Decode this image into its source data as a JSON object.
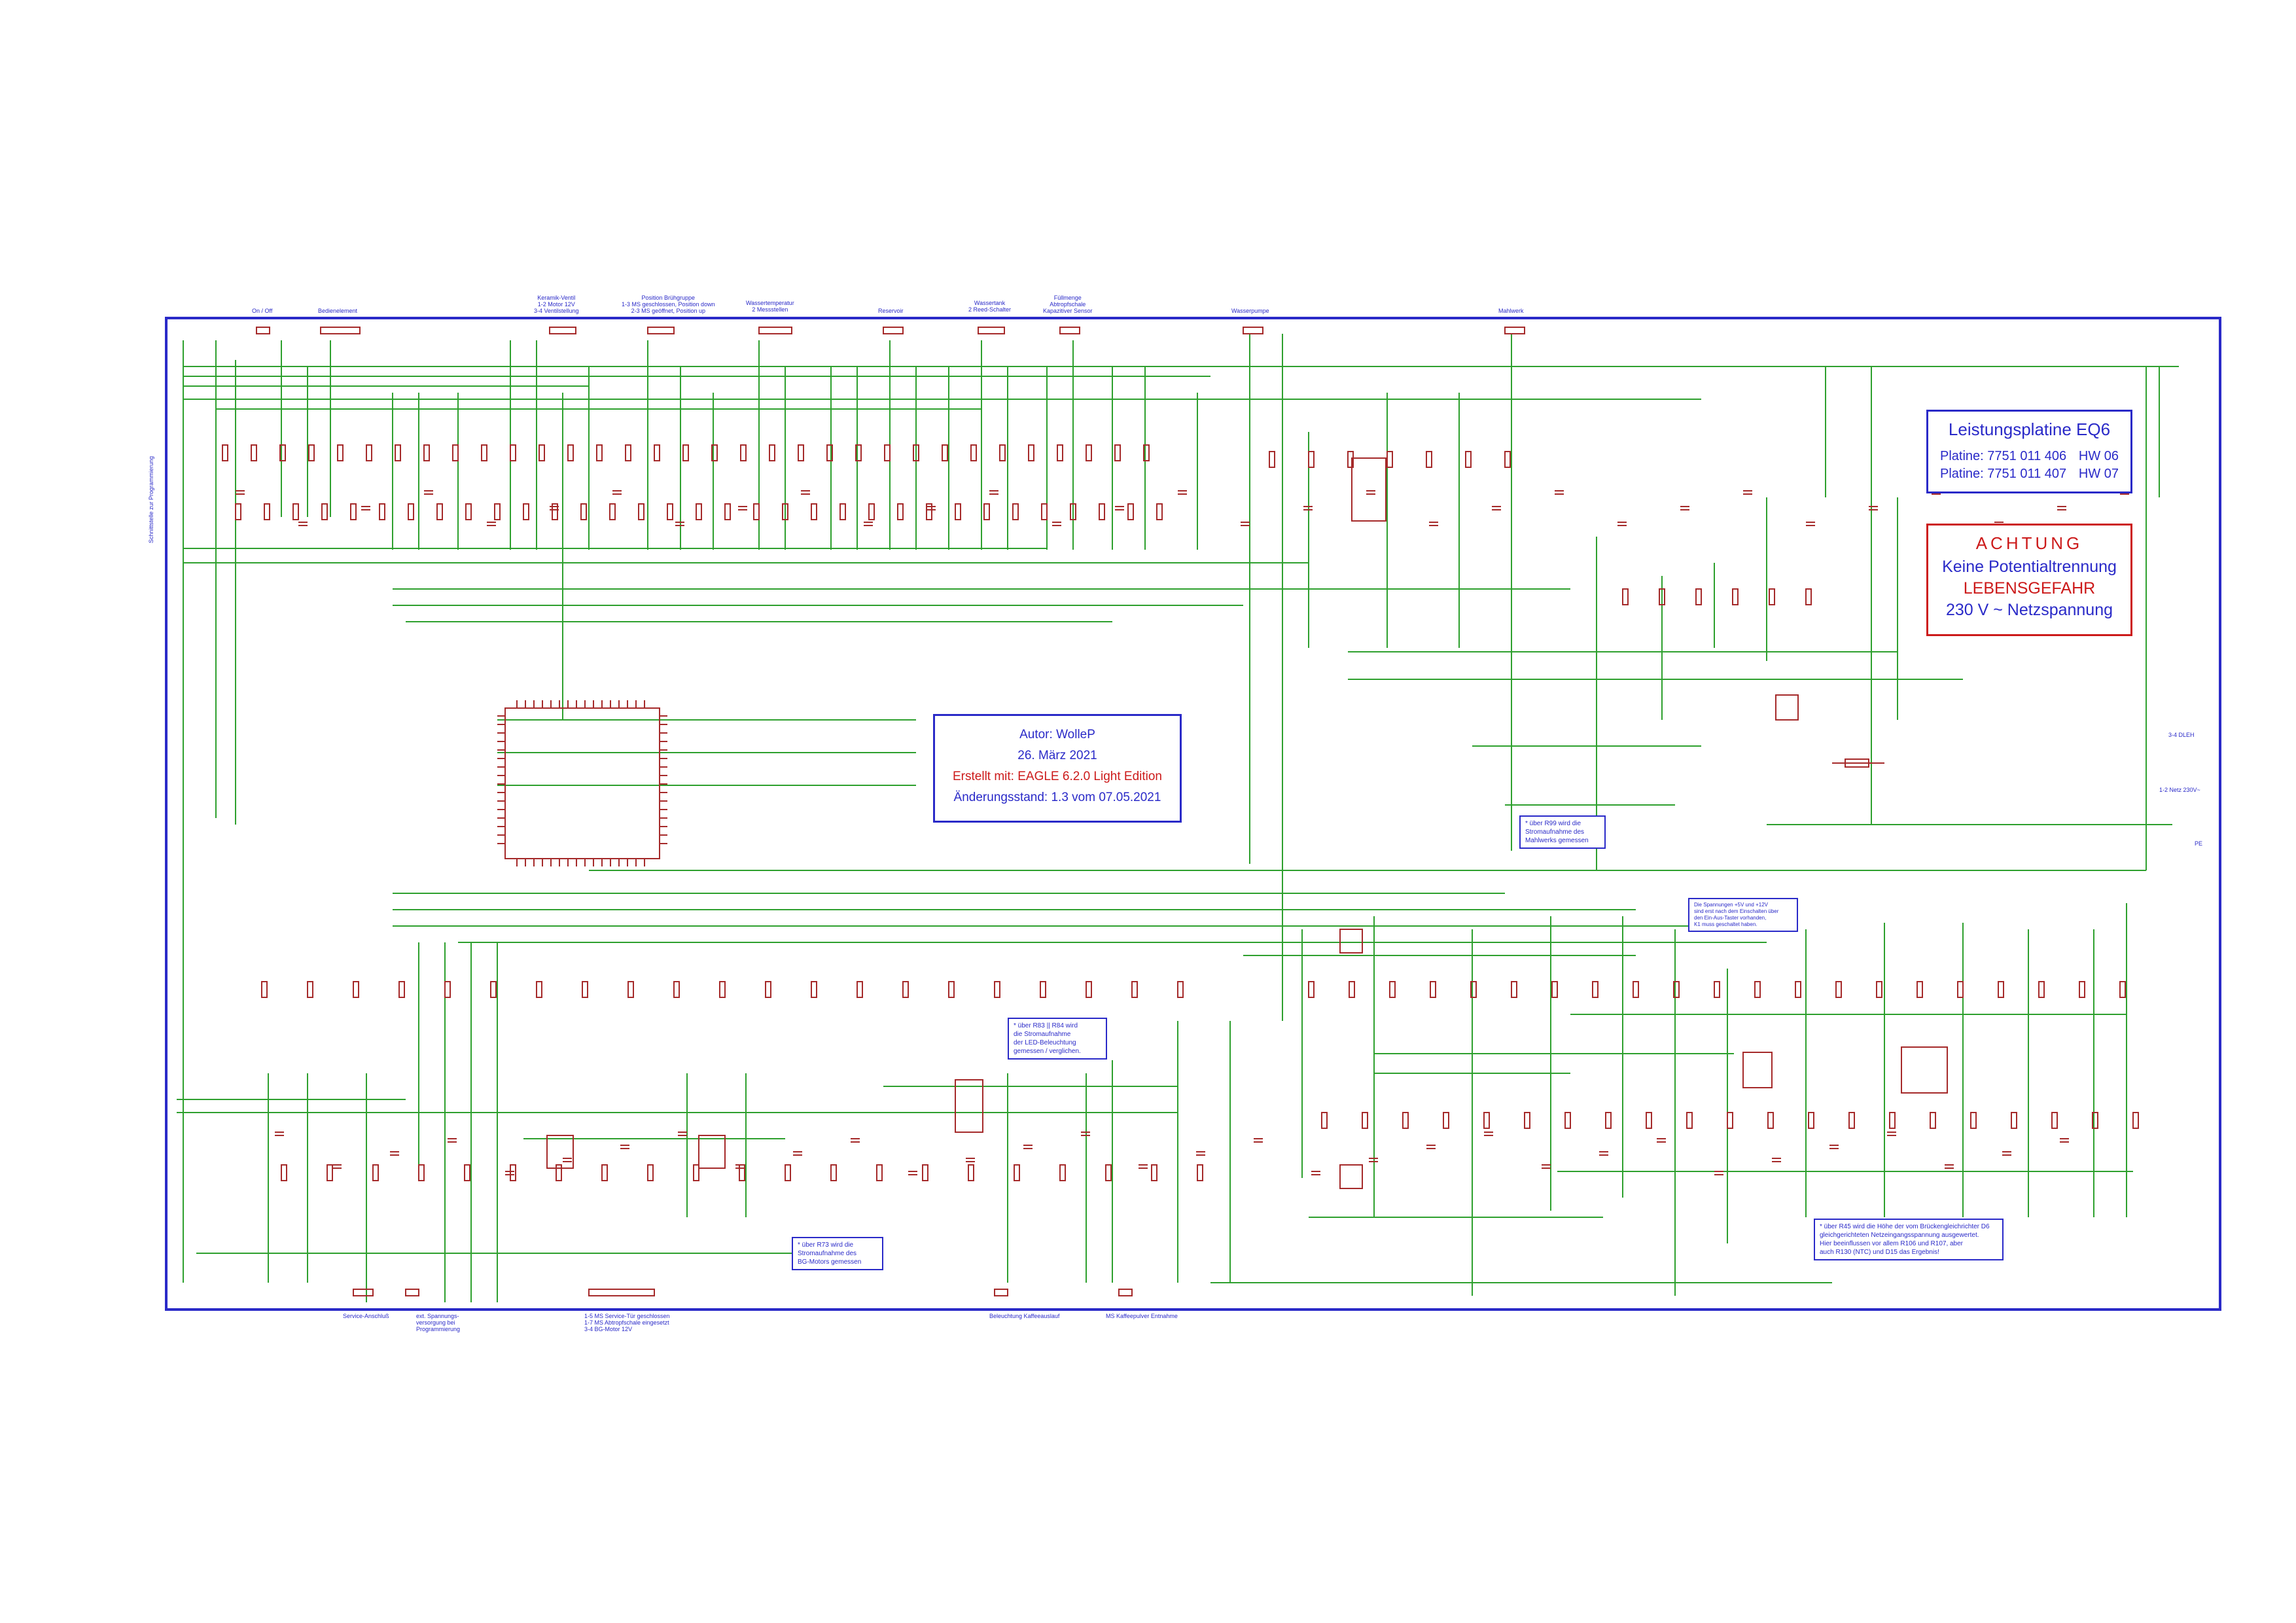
{
  "title_block": {
    "title": "Leistungsplatine EQ6",
    "rows": [
      {
        "label": "Platine: 7751 011 406",
        "hw": "HW 06"
      },
      {
        "label": "Platine: 7751 011 407",
        "hw": "HW 07"
      }
    ]
  },
  "warning": {
    "line1": "ACHTUNG",
    "line2": "Keine Potentialtrennung",
    "line3": "LEBENSGEFAHR",
    "line4": "230 V ~ Netzspannung"
  },
  "author_block": {
    "author": "Autor:  WolleP",
    "date": "26. März 2021",
    "created": "Erstellt mit:  EAGLE 6.2.0 Light Edition",
    "revision": "Änderungsstand: 1.3 vom 07.05.2021"
  },
  "notes": {
    "r99": [
      "* über R99 wird die",
      "Stromaufnahme des",
      "Mahlwerks gemessen"
    ],
    "r83": [
      "* über R83 || R84 wird",
      "die Stromaufnahme",
      "der LED-Beleuchtung",
      "gemessen / verglichen."
    ],
    "r73": [
      "* über R73 wird die",
      "Stromaufnahme des",
      "BG-Motors gemessen"
    ],
    "r45": [
      "* über R45 wird die Höhe der vom Brückengleichrichter D6",
      "gleichgerichteten Netzeingangsspannung ausgewertet.",
      "Hier beeinflussen vor allem R106 und R107, aber",
      "auch R130 (NTC) und D15 das Ergebnis!"
    ],
    "supply": [
      "Die Spannungen +5V und +12V",
      "sind erst nach dem Einschalten über",
      "den Ein-Aus-Taster vorhanden,",
      "K1 muss geschaltet haben."
    ]
  },
  "connector_headers": [
    {
      "lines": [
        "On / Off"
      ]
    },
    {
      "lines": [
        "Bedienelement"
      ]
    },
    {
      "lines": [
        "Keramik-Ventil",
        "1-2 Motor 12V",
        "3-4 Ventilstellung"
      ]
    },
    {
      "lines": [
        "Position Brühgruppe",
        "1-3 MS geschlossen, Position down",
        "2-3 MS geöffnet, Position up"
      ]
    },
    {
      "lines": [
        "Wassertemperatur",
        "2 Messstellen"
      ]
    },
    {
      "lines": [
        "Reservoir"
      ]
    },
    {
      "lines": [
        "Wassertank",
        "2 Reed-Schalter"
      ]
    },
    {
      "lines": [
        "Füllmenge",
        "Abtropfschale",
        "Kapazitiver Sensor"
      ]
    },
    {
      "lines": [
        "Wasserpumpe"
      ]
    },
    {
      "lines": [
        "Mahlwerk"
      ]
    }
  ],
  "connector_footers": [
    {
      "lines": [
        "Service-Anschluß"
      ]
    },
    {
      "lines": [
        "ext. Spannungs-",
        "versorgung bei",
        "Programmierung"
      ]
    },
    {
      "lines": [
        "1-5 MS Service-Tür geschlossen",
        "1-7 MS Abtropfschale eingesetzt",
        "3-4  BG-Motor 12V"
      ]
    },
    {
      "lines": [
        "Beleuchtung Kaffeeauslauf"
      ]
    },
    {
      "lines": [
        "MS Kaffeepulver Entnahme"
      ]
    }
  ],
  "side_label": "Schnittstelle zur Programmierung",
  "right_labels": {
    "dleh": "3-4 DLEH",
    "netz": "1-2 Netz 230V~",
    "pe": "PE"
  },
  "colors": {
    "frame": "#2a2ac8",
    "wire": "#2ea02e",
    "component": "#a52a2a",
    "label_text": "#2a2ac8",
    "warning_text": "#cc1a1a"
  }
}
